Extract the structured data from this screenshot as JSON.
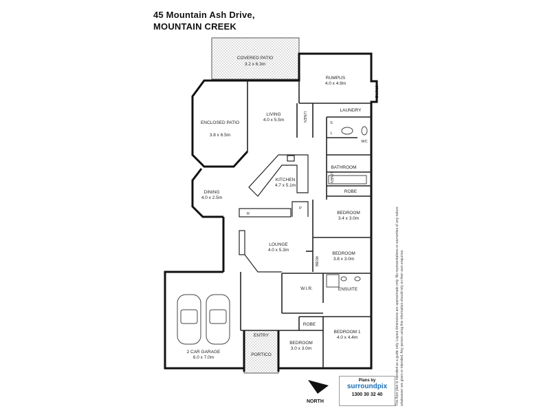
{
  "header": {
    "address_line1": "45 Mountain Ash Drive,",
    "address_line2": "MOUNTAIN CREEK"
  },
  "rooms": {
    "covered_patio": {
      "name": "COVERED PATIO",
      "size": "3.2 x 6.3m"
    },
    "rumpus": {
      "name": "RUMPUS",
      "size": "4.0 x 4.9m"
    },
    "store": {
      "name": "STORE"
    },
    "living": {
      "name": "LIVING",
      "size": "4.0 x 5.5m"
    },
    "enclosed_patio": {
      "name": "ENCLOSED PATIO",
      "size": "3.8 x 6.5m"
    },
    "laundry": {
      "name": "LAUNDRY"
    },
    "linen1": {
      "name": "LINEN"
    },
    "s": {
      "name": "S"
    },
    "l": {
      "name": "L"
    },
    "wc": {
      "name": "WC"
    },
    "bathroom": {
      "name": "BATHROOM"
    },
    "linen2": {
      "name": "LINEN"
    },
    "robe1": {
      "name": "ROBE"
    },
    "kitchen": {
      "name": "KITCHEN",
      "size": "4.7 x 5.1m"
    },
    "dining": {
      "name": "DINING",
      "size": "4.0 x 2.5m"
    },
    "r": {
      "name": "R"
    },
    "p": {
      "name": "P"
    },
    "bedroom_a": {
      "name": "BEDROOM",
      "size": "3.4 x 3.0m"
    },
    "lounge": {
      "name": "LOUNGE",
      "size": "4.0 x 5.3m"
    },
    "robe2": {
      "name": "ROBE"
    },
    "bedroom_b": {
      "name": "BEDROOM",
      "size": "3.8 x 3.0m"
    },
    "wir": {
      "name": "W.I.R."
    },
    "ensuite": {
      "name": "ENSUITE"
    },
    "garage": {
      "name": "2 CAR GARAGE",
      "size": "6.0 x 7.0m"
    },
    "robe3": {
      "name": "ROBE"
    },
    "entry": {
      "name": "ENTRY"
    },
    "bedroom1": {
      "name": "BEDROOM 1",
      "size": "4.0 x 4.4m"
    },
    "bedroom_c": {
      "name": "BEDROOM",
      "size": "3.0 x 3.0m"
    },
    "portico": {
      "name": "PORTICO"
    }
  },
  "legend": {
    "north": "NORTH",
    "plans_by": "Plans by",
    "brand": "surroundpix",
    "phone": "1300 30 32 40"
  },
  "disclaimer": "This floor plan is intended as a guide only. Layout dimensions are approximate only. No representations or warranties of any nature whatsoever are given or intended. Any person using this information should rely on their own enquiries."
}
